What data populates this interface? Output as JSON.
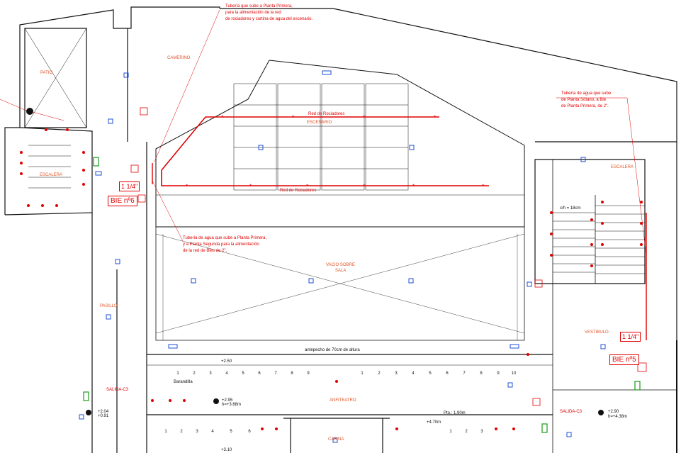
{
  "rooms": {
    "patio": "PATIO",
    "camerino": "CAMERINO",
    "escalera_left": "ESCALERA",
    "escalera_right": "ESCALERA",
    "escenario": "ESCENARIO",
    "vacio_sobre_sala_1": "VACIO SOBRE",
    "vacio_sobre_sala_2": "SALA",
    "pasillo": "PASILLO",
    "vestibulo": "VESTIBULO",
    "anfiteatro": "ANFITEATRO",
    "cabina": "CABINA"
  },
  "notes": {
    "top": [
      "Tubería que sube a Planta Primera,",
      "para la alimentación de la red",
      "de rociadores y cortina de agua del escenario."
    ],
    "right": [
      "Tubería de agua que sube",
      "de Planta Sótano, a Bie",
      "de Planta Primera, de 2\"."
    ],
    "middle": [
      "Tubería de agua que sube a Planta Primera,",
      "y a Planta Segunda para la alimentación",
      "de la red de Bies de 2\"."
    ]
  },
  "labels": {
    "red_rociadores_top": "Red de Rociadores",
    "red_rociadores_bottom": "Red de Rociadores",
    "antepecho": "antepecho de 70cm de altura",
    "ch": "c/h = 18cm",
    "bie_left": "BIE nº6",
    "bie_right": "BIE nº5",
    "bie_left_size": "1 1/4\"",
    "bie_right_size": "1 1/4\"",
    "level_2_50": "+2.50",
    "level_pasillo_a": "+2.04",
    "level_pasillo_b": "+0.91",
    "level_anf": "+2.95",
    "level_anf_h": "h=+3.68m",
    "level_470": "+4.70m",
    "level_right": "+2.90",
    "level_right_h": "h=+4.38m",
    "pto": "Pto.: 1.90m",
    "baranda": "Barandilla",
    "exit_left": "SALIDA-C3",
    "exit_right": "SALIDA-C3",
    "bottom_level": "+3.10"
  },
  "seat_rows": {
    "row_a_left": [
      "1",
      "2",
      "3",
      "4",
      "5",
      "6",
      "7",
      "8",
      "9"
    ],
    "row_a_right": [
      "1",
      "2",
      "3",
      "4",
      "5",
      "6",
      "7",
      "8",
      "9",
      "10"
    ],
    "row_b_left": [
      "1",
      "2",
      "3",
      "4",
      "5",
      "6"
    ],
    "row_b_right": [
      "1",
      "2",
      "3"
    ]
  },
  "colors": {
    "wall": "#111111",
    "fire": "#e10000",
    "room_label": "#e2562a",
    "extinguisher": "#1e4fd6",
    "exit_sign": "#1a9a1a"
  },
  "icons": [
    "extinguisher-icon",
    "smoke-detector-icon",
    "emergency-light-icon",
    "exit-sign-icon",
    "sprinkler-icon",
    "bie-cabinet-icon",
    "level-marker-icon"
  ]
}
